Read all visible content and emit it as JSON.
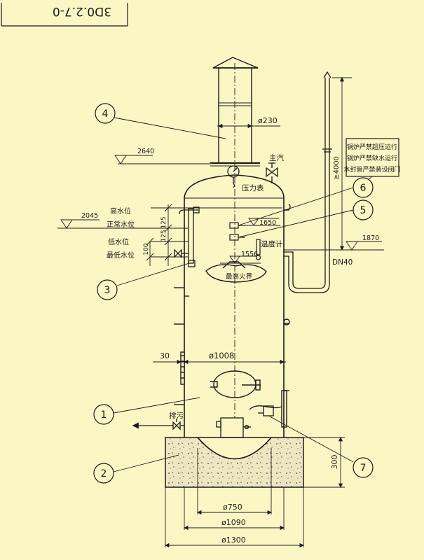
{
  "drawing_code": "3D0.2.7-0",
  "dimensions": {
    "d230": "ø230",
    "h2640": "2640",
    "h2045": "2045",
    "h1650": "1650",
    "h1556": "1556",
    "h1870": "1870",
    "v4000": "≥4000",
    "v125": "125",
    "v125b": "125",
    "v100": "100",
    "d1008": "ø1008",
    "w30": "30",
    "dn40": "DN40",
    "v300": "300",
    "d750": "ø750",
    "d1090": "ø1090",
    "d1300": "ø1300"
  },
  "labels": {
    "main_steam": "主汽",
    "pressure_gauge": "压力表",
    "thermometer": "温度计",
    "high_water": "高水位",
    "normal_water": "正常水位",
    "low_water": "低水位",
    "lowest_water": "最低水位",
    "highest_fire": "最高火界",
    "blowdown": "排污",
    "warning_1": "锅炉严禁超压运行",
    "warning_2": "锅炉严禁缺水运行",
    "warning_3": "水封管严禁装设阀门"
  },
  "callouts": [
    "1",
    "2",
    "3",
    "4",
    "5",
    "6",
    "7"
  ],
  "colors": {
    "paper": "#fbf7c4",
    "ink": "#1a1a1a",
    "foundation": "#ece7c0"
  }
}
